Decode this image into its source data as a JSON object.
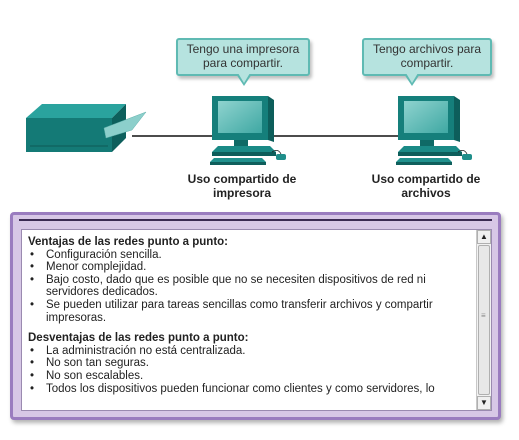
{
  "diagram": {
    "callout_printer": "Tengo una impresora para compartir.",
    "callout_files": "Tengo archivos para compartir.",
    "pc_printer_label": "Uso compartido de impresora",
    "pc_files_label": "Uso compartido de archivos",
    "colors": {
      "device_teal": "#1f8e8a",
      "callout_fill": "#b6e3df",
      "panel_border": "#9a7cbf"
    }
  },
  "panel": {
    "advantages_title": "Ventajas de las redes punto a punto:",
    "advantages": [
      "Configuración sencilla.",
      "Menor complejidad.",
      "Bajo costo, dado que es posible que no se necesiten dispositivos de red ni servidores dedicados.",
      "Se pueden utilizar para tareas sencillas como transferir archivos y compartir impresoras."
    ],
    "disadvantages_title": "Desventajas de las redes punto a punto:",
    "disadvantages": [
      "La administración no está centralizada.",
      "No son tan seguras.",
      "No son escalables.",
      "Todos los dispositivos pueden funcionar como clientes y como servidores, lo"
    ]
  },
  "scrollbar": {
    "up_icon": "arrow-up-icon",
    "down_icon": "arrow-down-icon"
  }
}
